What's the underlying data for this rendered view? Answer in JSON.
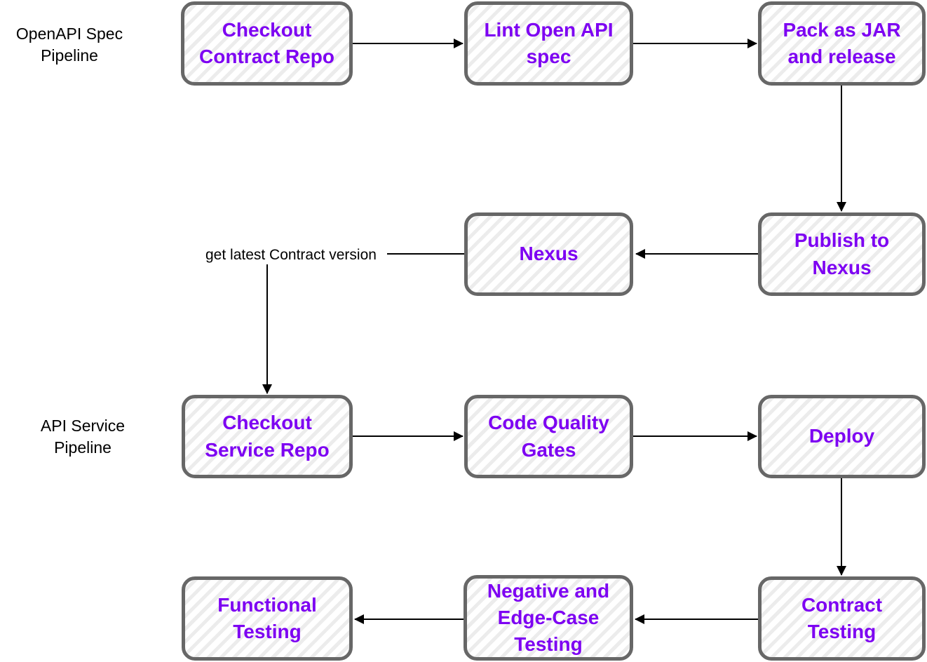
{
  "colors": {
    "node_text": "#7d00f2",
    "node_border": "#676767",
    "node_stripe": "#ececec",
    "edge": "#000000",
    "label_text": "#000000",
    "canvas_bg": "#ffffff"
  },
  "labels": {
    "pipeline_openapi": "OpenAPI Spec\nPipeline",
    "pipeline_api_service": "API Service\nPipeline",
    "edge_get_latest": "get latest Contract version"
  },
  "nodes": {
    "checkout_contract": {
      "label": "Checkout\nContract Repo"
    },
    "lint_spec": {
      "label": "Lint Open API\nspec"
    },
    "pack_jar": {
      "label": "Pack as JAR\nand release"
    },
    "nexus": {
      "label": "Nexus"
    },
    "publish_nexus": {
      "label": "Publish to\nNexus"
    },
    "checkout_service": {
      "label": "Checkout\nService Repo"
    },
    "code_quality": {
      "label": "Code Quality\nGates"
    },
    "deploy": {
      "label": "Deploy"
    },
    "functional": {
      "label": "Functional\nTesting"
    },
    "negative": {
      "label": "Negative and\nEdge-Case\nTesting"
    },
    "contract_testing": {
      "label": "Contract\nTesting"
    }
  },
  "edges": [
    {
      "from": "Checkout Contract Repo",
      "to": "Lint Open API spec"
    },
    {
      "from": "Lint Open API spec",
      "to": "Pack as JAR and release"
    },
    {
      "from": "Pack as JAR and release",
      "to": "Publish to Nexus"
    },
    {
      "from": "Publish to Nexus",
      "to": "Nexus"
    },
    {
      "from": "Nexus",
      "to": "Checkout Service Repo",
      "label": "get latest Contract version"
    },
    {
      "from": "Checkout Service Repo",
      "to": "Code Quality Gates"
    },
    {
      "from": "Code Quality Gates",
      "to": "Deploy"
    },
    {
      "from": "Deploy",
      "to": "Contract Testing"
    },
    {
      "from": "Contract Testing",
      "to": "Negative and Edge-Case Testing"
    },
    {
      "from": "Negative and Edge-Case Testing",
      "to": "Functional Testing"
    }
  ]
}
